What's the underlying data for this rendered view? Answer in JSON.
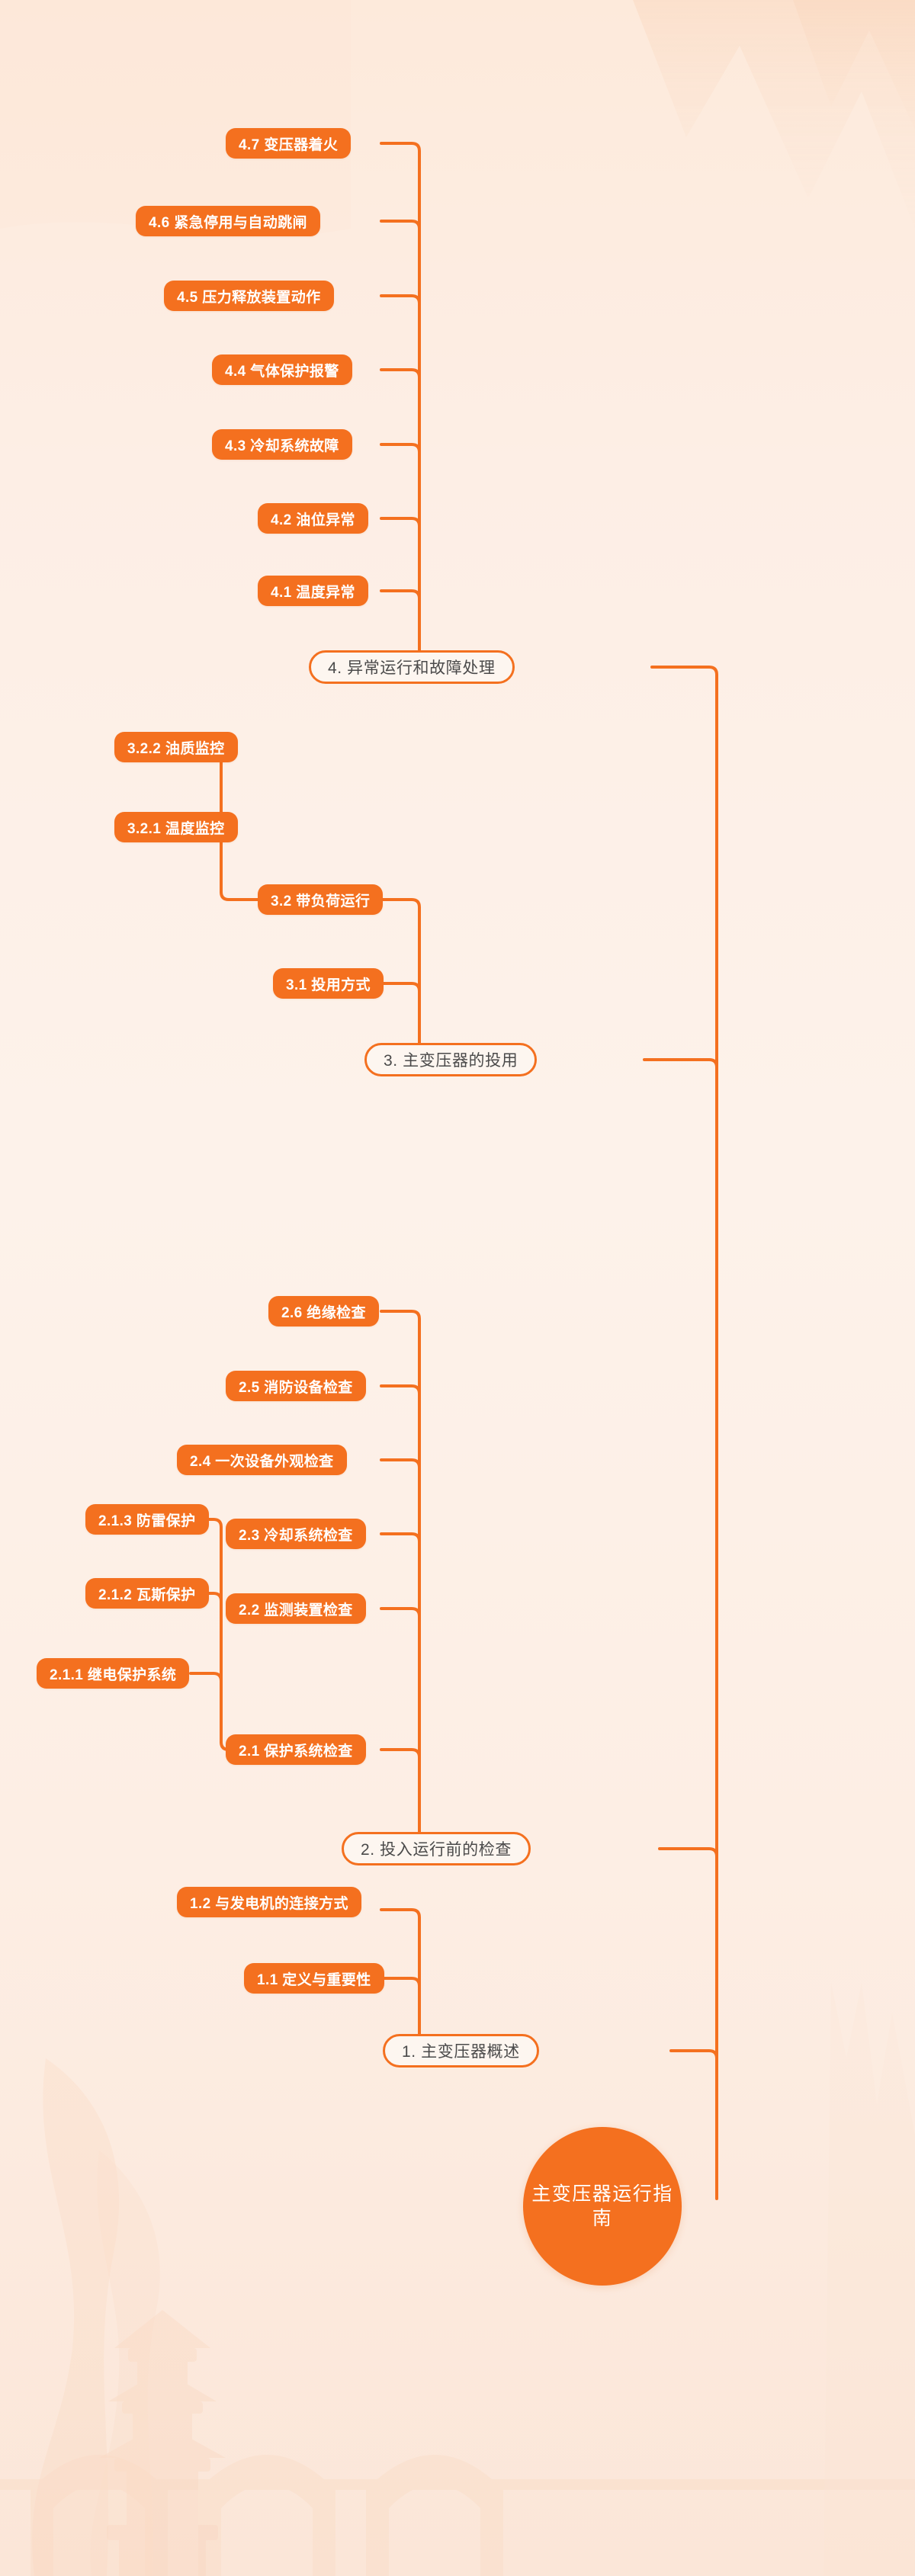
{
  "title": "主变压器运行指南",
  "theme": {
    "accent": "#f4701f",
    "node_text": "#ffffff",
    "branch_bg": "#fdf6f0",
    "branch_text": "#4a4a4a",
    "background": "#fdeee3"
  },
  "chart_data": {
    "type": "diagram",
    "diagram_type": "mindmap",
    "orientation": "right-to-left",
    "root": "主变压器运行指南",
    "branches": [
      {
        "label": "1. 主变压器概述",
        "children": [
          {
            "label": "1.1 定义与重要性",
            "children": []
          },
          {
            "label": "1.2 与发电机的连接方式",
            "children": []
          }
        ]
      },
      {
        "label": "2. 投入运行前的检查",
        "children": [
          {
            "label": "2.1 保护系统检查",
            "children": [
              {
                "label": "2.1.1 继电保护系统"
              },
              {
                "label": "2.1.2 瓦斯保护"
              },
              {
                "label": "2.1.3 防雷保护"
              }
            ]
          },
          {
            "label": "2.2 监测装置检查",
            "children": []
          },
          {
            "label": "2.3 冷却系统检查",
            "children": []
          },
          {
            "label": "2.4 一次设备外观检查",
            "children": []
          },
          {
            "label": "2.5 消防设备检查",
            "children": []
          },
          {
            "label": "2.6 绝缘检查",
            "children": []
          }
        ]
      },
      {
        "label": "3. 主变压器的投用",
        "children": [
          {
            "label": "3.1 投用方式",
            "children": []
          },
          {
            "label": "3.2 带负荷运行",
            "children": [
              {
                "label": "3.2.1 温度监控"
              },
              {
                "label": "3.2.2 油质监控"
              }
            ]
          }
        ]
      },
      {
        "label": "4. 异常运行和故障处理",
        "children": [
          {
            "label": "4.1 温度异常",
            "children": []
          },
          {
            "label": "4.2 油位异常",
            "children": []
          },
          {
            "label": "4.3 冷却系统故障",
            "children": []
          },
          {
            "label": "4.4 气体保护报警",
            "children": []
          },
          {
            "label": "4.5 压力释放装置动作",
            "children": []
          },
          {
            "label": "4.6 紧急停用与自动跳闸",
            "children": []
          },
          {
            "label": "4.7 变压器着火",
            "children": []
          }
        ]
      }
    ]
  },
  "nodes": {
    "root": "主变压器运行指南",
    "b1": "1. 主变压器概述",
    "n1_1": "1.1 定义与重要性",
    "n1_2": "1.2 与发电机的连接方式",
    "b2": "2. 投入运行前的检查",
    "n2_1": "2.1 保护系统检查",
    "n2_1_1": "2.1.1 继电保护系统",
    "n2_1_2": "2.1.2 瓦斯保护",
    "n2_1_3": "2.1.3 防雷保护",
    "n2_2": "2.2 监测装置检查",
    "n2_3": "2.3 冷却系统检查",
    "n2_4": "2.4 一次设备外观检查",
    "n2_5": "2.5 消防设备检查",
    "n2_6": "2.6 绝缘检查",
    "b3": "3. 主变压器的投用",
    "n3_1": "3.1 投用方式",
    "n3_2": "3.2 带负荷运行",
    "n3_2_1": "3.2.1 温度监控",
    "n3_2_2": "3.2.2 油质监控",
    "b4": "4. 异常运行和故障处理",
    "n4_1": "4.1 温度异常",
    "n4_2": "4.2 油位异常",
    "n4_3": "4.3 冷却系统故障",
    "n4_4": "4.4 气体保护报警",
    "n4_5": "4.5 压力释放装置动作",
    "n4_6": "4.6 紧急停用与自动跳闸",
    "n4_7": "4.7 变压器着火"
  }
}
